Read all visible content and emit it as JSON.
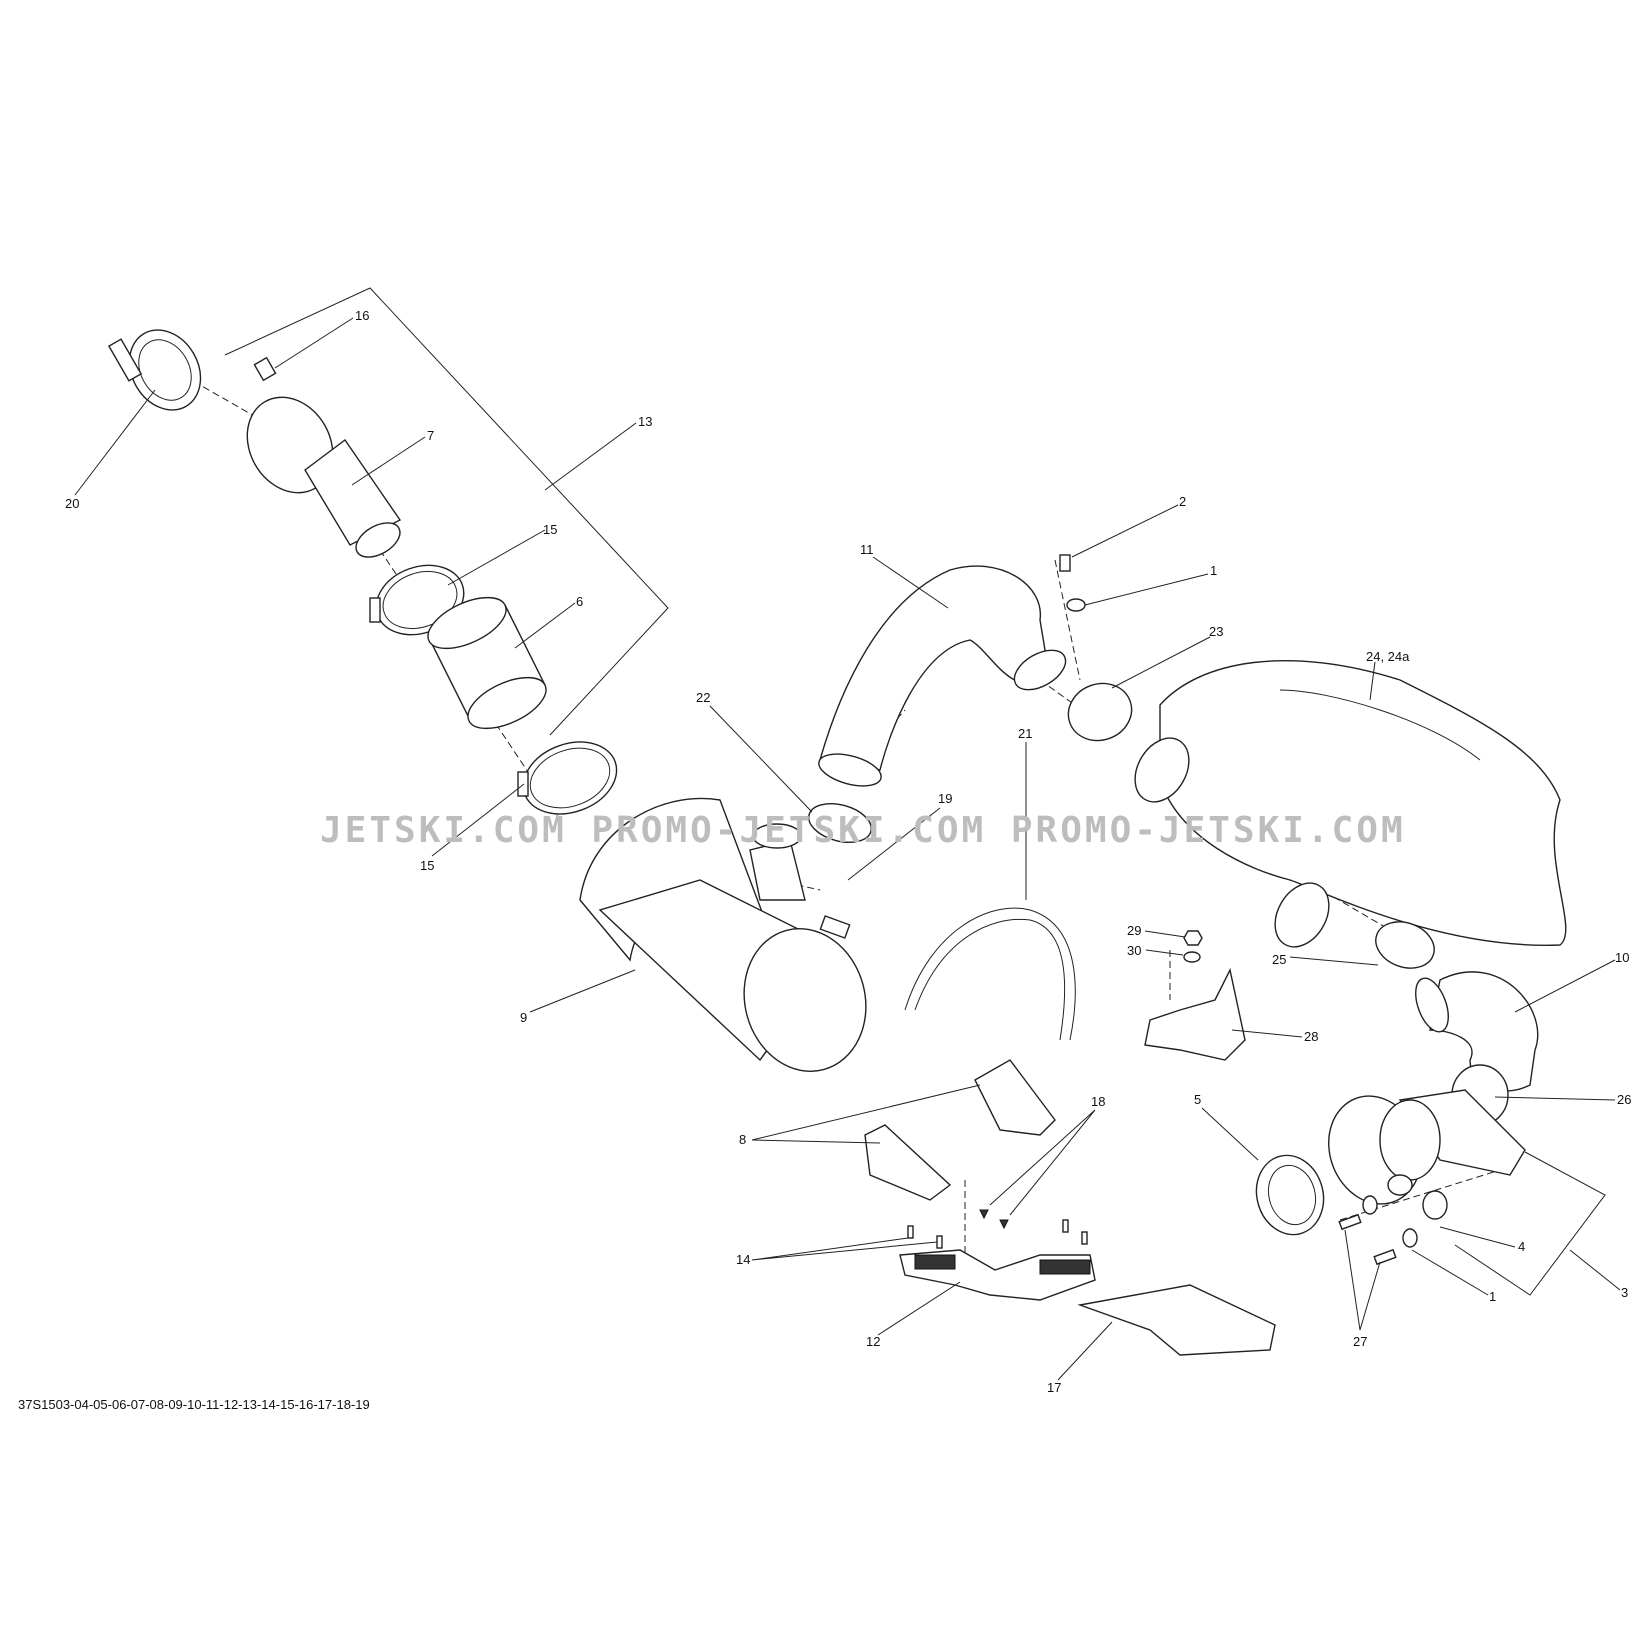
{
  "diagram": {
    "watermark": "JETSKI.COM  PROMO-JETSKI.COM  PROMO-JETSKI.COM",
    "drawing_code": "37S1503-04-05-06-07-08-09-10-11-12-13-14-15-16-17-18-19",
    "labels": {
      "l16": "16",
      "l20": "20",
      "l7": "7",
      "l13": "13",
      "l15a": "15",
      "l6": "6",
      "l15b": "15",
      "l22": "22",
      "l11": "11",
      "l2": "2",
      "l1a": "1",
      "l23": "23",
      "l24": "24, 24a",
      "l21": "21",
      "l19": "19",
      "l9": "9",
      "l29": "29",
      "l30": "30",
      "l25": "25",
      "l10": "10",
      "l28": "28",
      "l26": "26",
      "l5": "5",
      "l8": "8",
      "l18": "18",
      "l14": "14",
      "l4": "4",
      "l3": "3",
      "l1b": "1",
      "l27": "27",
      "l12": "12",
      "l17": "17"
    }
  }
}
